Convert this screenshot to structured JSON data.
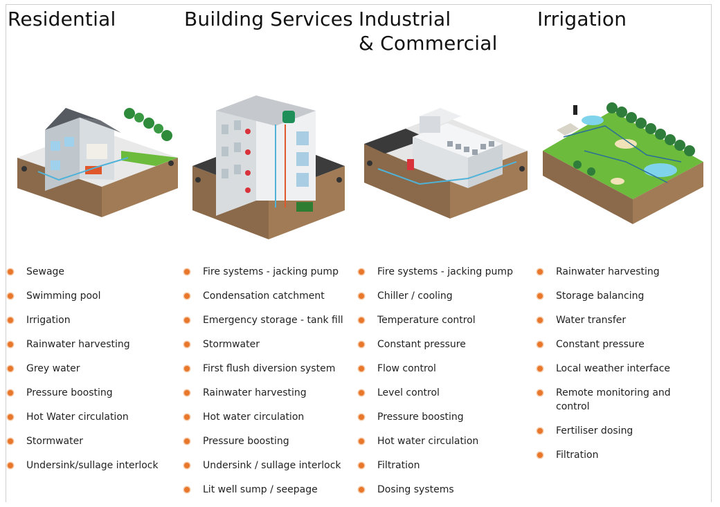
{
  "colors": {
    "bullet": "#e8762b",
    "soil": "#8a6a4a",
    "grass": "#6cbb3c",
    "pipe": "#4fb3d9"
  },
  "columns": [
    {
      "title_lines": [
        "Residential"
      ],
      "illustration_icon": "residential-house-icon",
      "items": [
        "Sewage",
        "Swimming pool",
        "Irrigation",
        "Rainwater harvesting",
        "Grey water",
        "Pressure boosting",
        "Hot Water circulation",
        "Stormwater",
        "Undersink/sullage interlock"
      ]
    },
    {
      "title_lines": [
        "Building Services"
      ],
      "illustration_icon": "office-building-icon",
      "items": [
        "Fire systems - jacking pump",
        "Condensation catchment",
        "Emergency storage - tank fill",
        "Stormwater",
        "First flush diversion system",
        "Rainwater harvesting",
        "Hot water circulation",
        "Pressure boosting",
        "Undersink / sullage interlock",
        "Lit well sump / seepage"
      ]
    },
    {
      "title_lines": [
        "Industrial",
        "& Commercial"
      ],
      "illustration_icon": "factory-icon",
      "items": [
        "Fire systems - jacking pump",
        "Chiller / cooling",
        "Temperature control",
        "Constant pressure",
        "Flow control",
        "Level control",
        "Pressure boosting",
        "Hot water circulation",
        "Filtration",
        "Dosing systems"
      ]
    },
    {
      "title_lines": [
        "Irrigation"
      ],
      "illustration_icon": "golf-course-icon",
      "items": [
        "Rainwater harvesting",
        "Storage balancing",
        "Water transfer",
        "Constant pressure",
        "Local weather interface",
        "Remote monitoring and control",
        "Fertiliser dosing",
        "Filtration"
      ]
    }
  ]
}
